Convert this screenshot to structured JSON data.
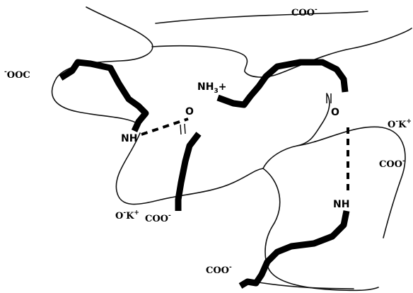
{
  "diagram": {
    "labels": {
      "coo_top": {
        "main": "COO",
        "sup": "-"
      },
      "ooc_left": {
        "pre": "-",
        "main": "OOC"
      },
      "nh3": {
        "main": "NH",
        "sub": "3",
        "post": "+"
      },
      "nh_left": "NH",
      "o_center": "O",
      "o_right": "O",
      "ok_right": {
        "main1": "O",
        "sup1": "-",
        "main2": "K",
        "sup2": "+"
      },
      "coo_right": {
        "main": "COO",
        "sup": "-"
      },
      "ok_bottom": {
        "main1": "O",
        "sup1": "-",
        "main2": "K",
        "sup2": "+"
      },
      "coo_bottom_center": {
        "main": "COO",
        "sup": "-"
      },
      "nh_right": "NH",
      "coo_bottom": {
        "main": "COO",
        "sup": "-"
      }
    }
  }
}
